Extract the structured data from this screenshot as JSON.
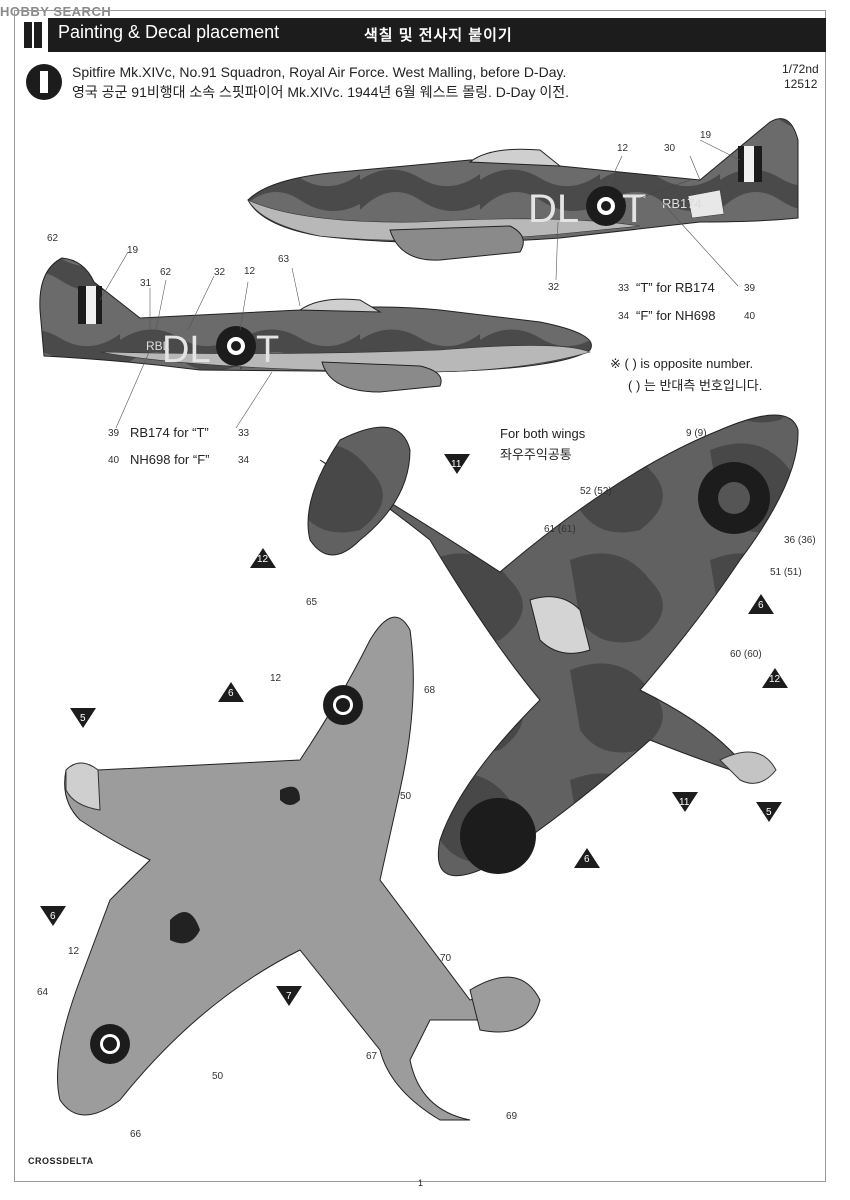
{
  "watermark": "HOBBY SEARCH",
  "header": {
    "roman": "II",
    "title_en": "Painting & Decal placement",
    "title_ko": "색칠 및 전사지 붙이기"
  },
  "step": {
    "number": "1",
    "desc_en": "Spitfire Mk.XIVc, No.91 Squadron, Royal Air Force. West Malling, before D-Day.",
    "desc_ko": "영국 공군 91비행대 소속 스핏파이어 Mk.XIVc. 1944년 6월 웨스트 몰링. D-Day 이전.",
    "scale": "1/72nd",
    "kit_no": "12512"
  },
  "aircraft_codes": {
    "letters_a": "DL",
    "letter_b": "T",
    "serial": "RB174",
    "serial_partial": "RBL"
  },
  "notes": {
    "t_variant": "“T” for RB174",
    "f_variant": "“F” for NH698",
    "rb_variant": "RB174 for “T”",
    "nh_variant": "NH698 for “F”",
    "opposite_en": "※ (  ) is opposite number.",
    "opposite_ko": "(  ) 는 반대측 번호입니다.",
    "both_wings_en": "For both wings",
    "both_wings_ko": "좌우주익공통"
  },
  "decals": {
    "d12": "12",
    "d19": "19",
    "d30": "30",
    "d32": "32",
    "d33": "33",
    "d34": "34",
    "d39": "39",
    "d40": "40",
    "d62": "62",
    "d63": "63",
    "d31": "31",
    "d9": "9 (9)",
    "d52": "52 (52)",
    "d61": "61 (61)",
    "d36": "36 (36)",
    "d51": "51 (51)",
    "d60": "60 (60)",
    "d65": "65",
    "d68": "68",
    "d50": "50",
    "d64": "64",
    "d66": "66",
    "d67": "67",
    "d69": "69",
    "d70": "70"
  },
  "color_callouts": {
    "c11": "11",
    "c12": "12",
    "c6": "6",
    "c5": "5",
    "c7": "7"
  },
  "footer": {
    "brand": "CROSSDELTA",
    "page": "1"
  }
}
